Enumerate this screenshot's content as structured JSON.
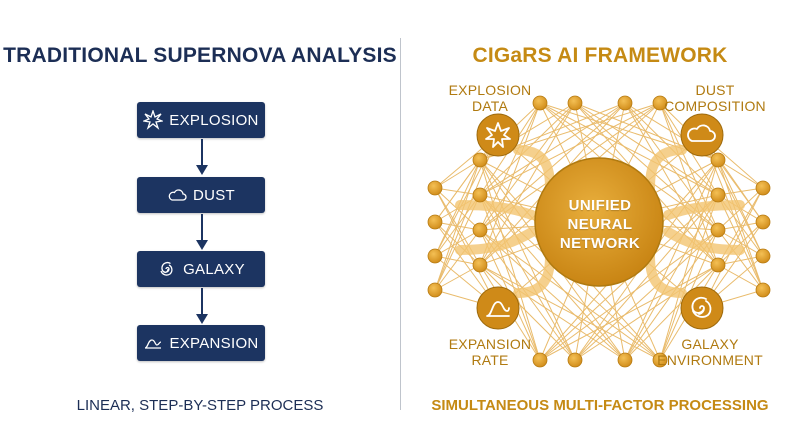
{
  "left": {
    "title": "TRADITIONAL SUPERNOVA ANALYSIS",
    "steps": [
      {
        "label": "EXPLOSION",
        "icon": "starburst-icon"
      },
      {
        "label": "DUST",
        "icon": "cloud-icon"
      },
      {
        "label": "GALAXY",
        "icon": "spiral-galaxy-icon"
      },
      {
        "label": "EXPANSION",
        "icon": "wave-icon"
      }
    ],
    "caption": "LINEAR, STEP-BY-STEP PROCESS"
  },
  "right": {
    "title": "CIGaRS AI FRAMEWORK",
    "center_lines": [
      "UNIFIED",
      "NEURAL",
      "NETWORK"
    ],
    "inputs": [
      {
        "lines": [
          "EXPLOSION",
          "DATA"
        ],
        "icon": "starburst-icon"
      },
      {
        "lines": [
          "DUST",
          "COMPOSITION"
        ],
        "icon": "cloud-icon"
      },
      {
        "lines": [
          "EXPANSION",
          "RATE"
        ],
        "icon": "wave-icon"
      },
      {
        "lines": [
          "GALAXY",
          "ENVIRONMENT"
        ],
        "icon": "spiral-galaxy-icon"
      }
    ],
    "caption": "SIMULTANEOUS MULTI-FACTOR PROCESSING"
  },
  "colors": {
    "navy": "#1c3461",
    "gold": "#d9982a",
    "gold_dark": "#b07a10"
  }
}
